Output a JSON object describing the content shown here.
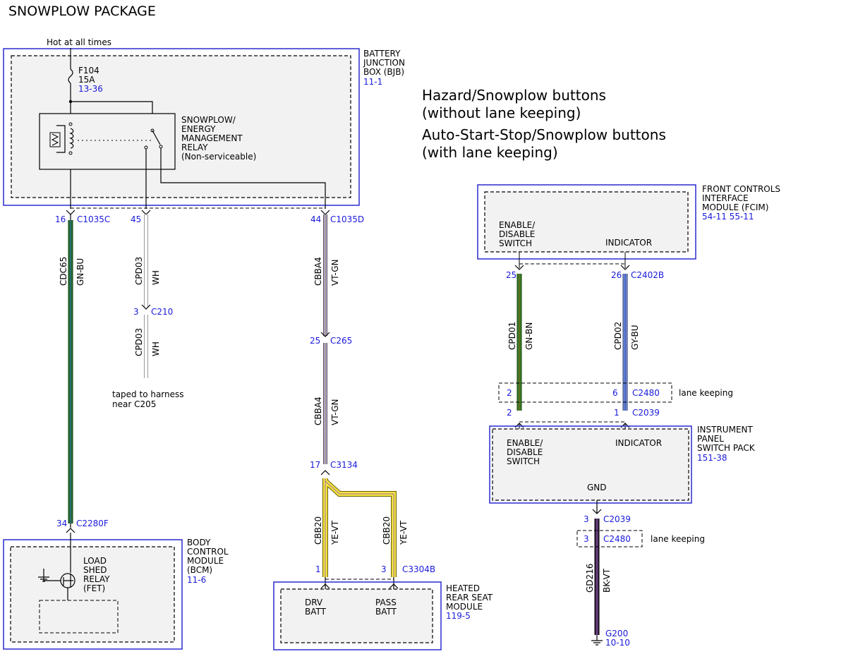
{
  "title": "SNOWPLOW PACKAGE",
  "notes": {
    "line1": "Hazard/Snowplow buttons",
    "line2": "(without lane keeping)",
    "line3": "Auto-Start-Stop/Snowplow buttons",
    "line4": "(with lane keeping)"
  },
  "hot_label": "Hot at all times",
  "bjb": {
    "name1": "BATTERY",
    "name2": "JUNCTION",
    "name3": "BOX (BJB)",
    "ref": "11-1",
    "fuse": "F104",
    "fuse_rating": "15A",
    "fuse_ref": "13-36",
    "relay1": "SNOWPLOW/",
    "relay2": "ENERGY",
    "relay3": "MANAGEMENT",
    "relay4": "RELAY",
    "relay5": "(Non-serviceable)"
  },
  "wires": {
    "cdc65": {
      "circuit": "CDC65",
      "color": "GN-BU",
      "pin_top": "16",
      "conn_top": "C1035C",
      "pin_bot": "34",
      "conn_bot": "C2280F"
    },
    "cpd03": {
      "circuit": "CPD03",
      "color": "WH",
      "pin_top": "45",
      "pin_mid": "3",
      "conn_mid": "C210",
      "circuit2": "CPD03",
      "color2": "WH",
      "note1": "taped to harness",
      "note2": "near C205"
    },
    "cbba4": {
      "circuit": "CBBA4",
      "color": "VT-GN",
      "pin_top": "44",
      "conn_top": "C1035D",
      "pin_mid": "25",
      "conn_mid": "C265",
      "circuit2": "CBBA4",
      "color2": "VT-GN",
      "pin_bot": "17",
      "conn_bot": "C3134"
    },
    "cbb20": {
      "circuit_l": "CBB20",
      "color_l": "YE-VT",
      "circuit_r": "CBB20",
      "color_r": "YE-VT",
      "pin_l": "1",
      "pin_r": "3",
      "conn": "C3304B"
    },
    "cpd01": {
      "circuit": "CPD01",
      "color": "GN-BN",
      "pin_top": "25",
      "pin_lk": "2",
      "pin_bot": "2"
    },
    "cpd02": {
      "circuit": "CPD02",
      "color": "GY-BU",
      "pin_top": "26",
      "conn_top": "C2402B",
      "pin_lk": "6",
      "conn_lk": "C2480",
      "pin_bot": "1",
      "conn_bot": "C2039"
    },
    "gd216": {
      "circuit": "GD216",
      "color": "BK-VT",
      "pin_top": "3",
      "conn_top": "C2039",
      "pin_lk": "3",
      "conn_lk": "C2480",
      "ground": "G200",
      "ground_ref": "10-10"
    },
    "lane_keeping": "lane keeping"
  },
  "fcim": {
    "name1": "FRONT CONTROLS",
    "name2": "INTERFACE",
    "name3": "MODULE (FCIM)",
    "ref": "54-11 55-11",
    "pin1_a": "ENABLE/",
    "pin1_b": "DISABLE",
    "pin1_c": "SWITCH",
    "pin2": "INDICATOR"
  },
  "ipsp": {
    "name1": "INSTRUMENT",
    "name2": "PANEL",
    "name3": "SWITCH PACK",
    "ref": "151-38",
    "pin1_a": "ENABLE/",
    "pin1_b": "DISABLE",
    "pin1_c": "SWITCH",
    "pin2": "INDICATOR",
    "gnd": "GND"
  },
  "bcm": {
    "name1": "BODY",
    "name2": "CONTROL",
    "name3": "MODULE",
    "name4": "(BCM)",
    "ref": "11-6",
    "relay1": "LOAD",
    "relay2": "SHED",
    "relay3": "RELAY",
    "relay4": "(FET)"
  },
  "hrsm": {
    "name1": "HEATED",
    "name2": "REAR SEAT",
    "name3": "MODULE",
    "ref": "119-5",
    "pin1_a": "DRV",
    "pin1_b": "BATT",
    "pin2_a": "PASS",
    "pin2_b": "BATT"
  },
  "colors": {
    "module_border": "#2a2ad0",
    "label_blue": "#1a1adb",
    "module_fill": "#f2f2f2",
    "green": "#2e6b2a",
    "green_blue": "#1f6e5c",
    "white": "#e6e6e6",
    "violet": "#a06fb8",
    "yellow": "#f2e33a",
    "gray_blue": "#5d7fc9",
    "black_violet": "#3c1f4a"
  }
}
